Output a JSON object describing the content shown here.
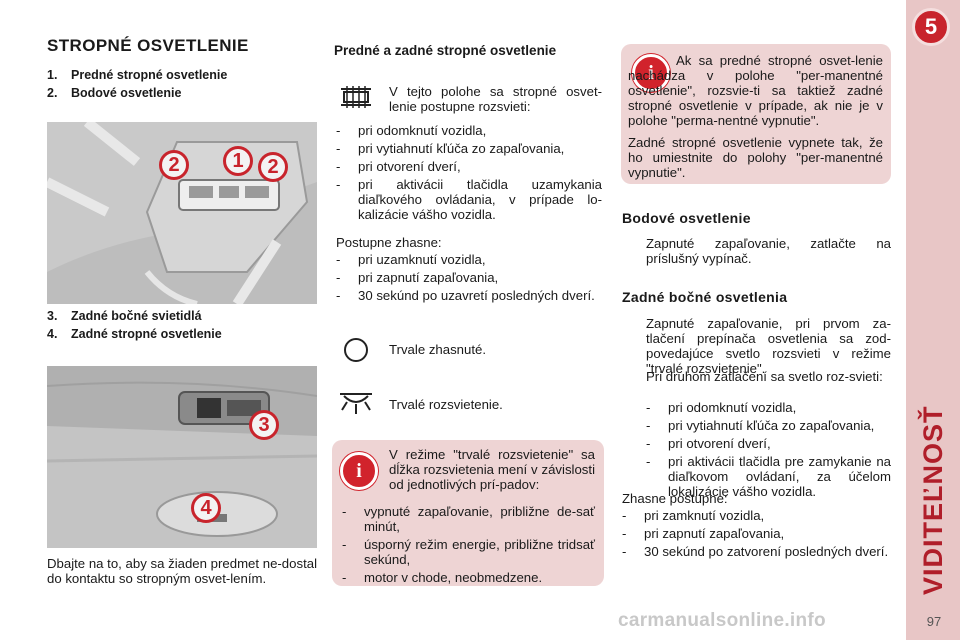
{
  "page": {
    "chapter_number": "5",
    "chapter_title": "VIDITEĽNOSŤ",
    "page_number": "97",
    "watermark": "carmanualsonline.info"
  },
  "left": {
    "title": "STROPNÉ OSVETLENIE",
    "items_top": [
      {
        "num": "1.",
        "label": "Predné stropné osvetlenie"
      },
      {
        "num": "2.",
        "label": "Bodové osvetlenie"
      }
    ],
    "items_bottom": [
      {
        "num": "3.",
        "label": "Zadné bočné svietidlá"
      },
      {
        "num": "4.",
        "label": "Zadné stropné osvetlenie"
      }
    ],
    "photo1_callouts": [
      "2",
      "1",
      "2"
    ],
    "photo2_callouts": [
      "3",
      "4"
    ],
    "footer_text": "Dbajte na to, aby sa žiaden predmet ne-dostal do kontaktu so stropným osvet-lením."
  },
  "middle": {
    "heading": "Predné a zadné stropné osvetlenie",
    "door_mode_text": "V tejto polohe sa stropné osvet-lenie postupne rozsvieti:",
    "lights_on_list": [
      "pri odomknutí vozidla,",
      "pri vytiahnutí kľúča zo zapaľovania,",
      "pri otvorení dverí,",
      "pri aktivácii tlačidla uzamykania diaľkového ovládania, v prípade lo-kalizácie vášho vozidla."
    ],
    "lights_off_intro": "Postupne zhasne:",
    "lights_off_list": [
      "pri uzamknutí vozidla,",
      "pri zapnutí zapaľovania,",
      "30 sekúnd po uzavretí posledných dverí."
    ],
    "off_mode_text": "Trvale zhasnuté.",
    "on_mode_text": "Trvalé rozsvietenie.",
    "info_box": {
      "text": "V režime \"trvalé rozsvietenie\" sa dĺžka rozsvietenia mení v závislosti od jednotlivých prí-padov:",
      "list": [
        "vypnuté zapaľovanie, približne de-sať minút,",
        "úsporný režim energie, približne tridsať sekúnd,",
        "motor v chode, neobmedzene."
      ]
    }
  },
  "right": {
    "info_box": {
      "para1": "Ak sa predné stropné osvet-lenie nachádza v polohe \"per-manentné osvetlenie\", rozsvie-ti sa taktiež zadné stropné osvetlenie v prípade, ak nie je v polohe \"perma-nentné vypnutie\".",
      "para2": "Zadné stropné osvetlenie vypnete tak, že ho umiestnite do polohy \"per-manentné vypnutie\"."
    },
    "spot_heading": "Bodové osvetlenie",
    "spot_text": "Zapnuté zapaľovanie, zatlačte na príslušný vypínač.",
    "rear_heading": "Zadné bočné osvetlenia",
    "rear_bullet1": "Zapnuté zapaľovanie, pri prvom za-tlačení prepínača osvetlenia sa zod-povedajúce svetlo rozsvieti v režime \"trvalé rozsvietenie\".",
    "rear_bullet2": "Pri druhom zatlačení sa svetlo roz-svieti:",
    "rear_on_list": [
      "pri odomknutí vozidla,",
      "pri vytiahnutí kľúča zo zapaľovania,",
      "pri otvorení dverí,",
      "pri aktivácii tlačidla pre zamykanie na diaľkovom ovládaní, za účelom lokalizácie vášho vozidla."
    ],
    "off_intro": "Zhasne postupne:",
    "off_list": [
      "pri zamknutí vozidla,",
      "pri zapnutí zapaľovania,",
      "30 sekúnd po zatvorení posledných dverí."
    ],
    "bullet_glyph": ""
  }
}
